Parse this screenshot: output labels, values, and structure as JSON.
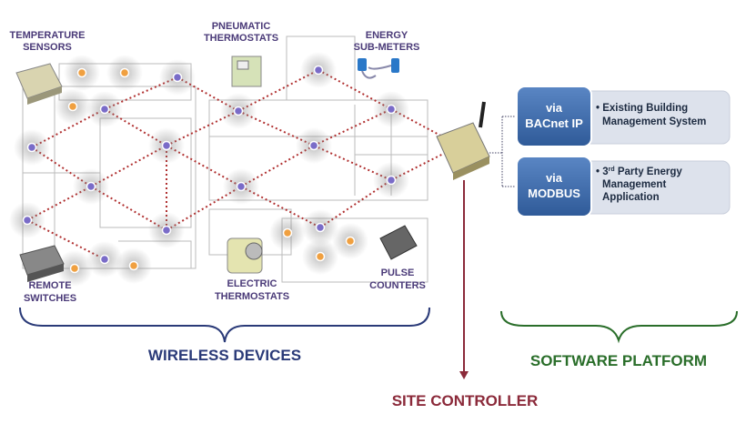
{
  "device_labels": {
    "temperature_sensors": [
      "TEMPERATURE",
      "SENSORS"
    ],
    "pneumatic_thermostats": [
      "PNEUMATIC",
      "THERMOSTATS"
    ],
    "energy_sub_meters": [
      "ENERGY",
      "SUB-METERS"
    ],
    "remote_switches": [
      "REMOTE",
      "SWITCHES"
    ],
    "electric_thermostats": [
      "ELECTRIC",
      "THERMOSTATS"
    ],
    "pulse_counters": [
      "PULSE",
      "COUNTERS"
    ]
  },
  "groups": {
    "wireless": "WIRELESS DEVICES",
    "site_controller": "SITE CONTROLLER",
    "software": "SOFTWARE PLATFORM"
  },
  "integrations": [
    {
      "via": [
        "via",
        "BACnet IP"
      ],
      "desc": [
        "• Existing Building",
        "Management System"
      ]
    },
    {
      "via": [
        "via",
        "MODBUS"
      ],
      "desc_main": "• 3",
      "desc_sup": "rd",
      "desc_rest": " Party Energy",
      "desc": [
        "",
        "Management",
        "Application"
      ]
    }
  ],
  "colors": {
    "wireless": "#2a3a78",
    "site_controller": "#8b2a3a",
    "software": "#2a6e2a",
    "via_box": "#3e6aa8",
    "desc_box": "#dde2ec",
    "link": "#b03030",
    "node_purple": "#7a6cc8",
    "node_orange": "#f0a040"
  }
}
